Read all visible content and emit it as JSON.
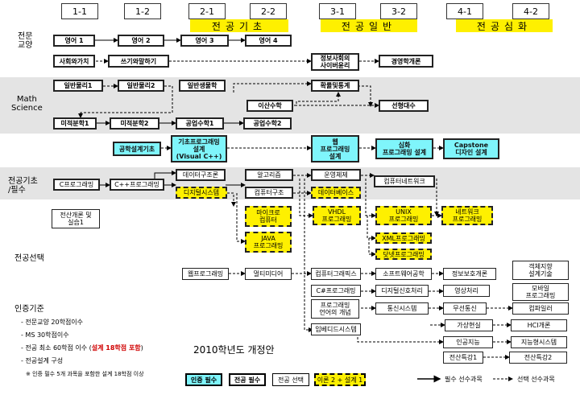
{
  "years": [
    "1-1",
    "1-2",
    "2-1",
    "2-2",
    "3-1",
    "3-2",
    "4-1",
    "4-2"
  ],
  "stages": [
    "전공기초",
    "전공일반",
    "전공심화"
  ],
  "categories": {
    "general": "전문\n교양",
    "math": "Math\nScience",
    "basic": "전공기초\n/필수",
    "elective": "전공선택"
  },
  "courses": {
    "eng1": "영어 1",
    "eng2": "영어 2",
    "eng3": "영어 3",
    "eng4": "영어 4",
    "social": "사회와가치",
    "writing": "쓰기와말하기",
    "infoethics": "정보사회의\n사이버윤리",
    "management": "경영학개론",
    "phys1": "일반물리1",
    "phys2": "일반물리2",
    "bio": "일반생물학",
    "prob": "확률및통계",
    "discrete": "이산수학",
    "linalg": "선형대수",
    "calc1": "미적분학1",
    "calc2": "미적분학2",
    "engmath1": "공업수학1",
    "engmath2": "공업수학2",
    "engdesign": "공학설계기초",
    "basicprog": "기초프로그래밍\n설계\n(Visual C++)",
    "webdesign": "웹\n프로그래밍\n설계",
    "advprog": "심화\n프로그래밍 설계",
    "capstone": "Capstone\n디자인 설계",
    "cprog": "C프로그래밍",
    "cppprog": "C++프로그래밍",
    "datastruct": "데이터구조론",
    "algorithm": "알고리즘",
    "os": "운영체제",
    "network": "컴퓨터네트워크",
    "digital": "디지털시스템",
    "comparch": "컴퓨터구조",
    "database": "데이터베이스",
    "intro": "전산개론 및\n실습1",
    "micro": "마이크로\n컴퓨터",
    "java": "JAVA\n프로그래밍",
    "vhdl": "VHDL\n프로그래밍",
    "unix": "UNIX\n프로그래밍",
    "xml": "XML프로그래밍",
    "dotnet": "닷넷프로그래밍",
    "netprog": "네트워크\n프로그래밍",
    "webprog": "웹프로그래밍",
    "multimedia": "멀티미디어",
    "graphics": "컴퓨터그래픽스",
    "swe": "소프트웨어공학",
    "infosec": "정보보호개론",
    "oodesign": "객체지향\n설계기술",
    "csharp": "C#프로그래밍",
    "dsp": "디지털신호처리",
    "imageproc": "영상처리",
    "mobile": "모바일\n프로그래밍",
    "langconcept": "프로그래밍\n언어의 개념",
    "comm": "통신시스템",
    "wireless": "무선통신",
    "compiler": "컴파일러",
    "embedded": "임베디드시스템",
    "vr": "가상현실",
    "hci": "HCI개론",
    "ai": "인공지능",
    "intsys": "지능형시스템",
    "special1": "전산특강1",
    "special2": "전산특강2"
  },
  "certification": {
    "title": "인증기준",
    "items": [
      "- 전문교양 20학점이수",
      "- MS 30학점이수",
      "- 전공 최소 60학점 이수 (",
      "- 전공설계 구성"
    ],
    "design_credit": "설계 18학점 포함",
    "design_credit_close": ")",
    "footnote": "※ 인증 필수 5개 과목을 포함한 설계 18학점 이상"
  },
  "revision_title": "2010학년도 개정안",
  "legend": {
    "cert_required": "인증 필수",
    "major_required": "전공 필수",
    "major_elective": "전공 선택",
    "design": "이론 2 + 설계 1",
    "required_prereq": "필수 선수과목",
    "elective_prereq": "선택 선수과목"
  },
  "colors": {
    "cert": "#7ff5fb",
    "design": "#fef000",
    "band": "#e4e4e4"
  }
}
